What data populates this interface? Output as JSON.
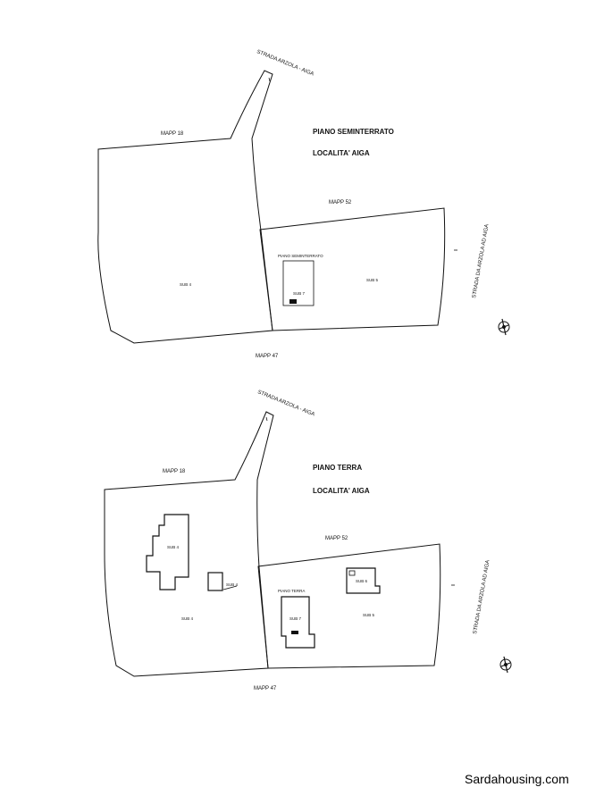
{
  "watermark": "Sardahousing.com",
  "plans": [
    {
      "title": "PIANO SEMINTERRATO",
      "location": "LOCALITA' AIGA",
      "road_top": "STRADA ARZOLA - AIGA",
      "road_right": "STRADA DA ARZOLA AD AIGA",
      "mapp_18": "MAPP 18",
      "mapp_52": "MAPP 52",
      "mapp_47": "MAPP 47",
      "sub_4": "SUB 4",
      "sub_5": "SUB 5",
      "sub_7": "SUB 7",
      "floor_label": "PIANO SEMINTERRATO"
    },
    {
      "title": "PIANO TERRA",
      "location": "LOCALITA' AIGA",
      "road_top": "STRADA ARZOLA - AIGA",
      "road_right": "STRADA DA ARZOLA AD AIGA",
      "mapp_18": "MAPP 18",
      "mapp_52": "MAPP 52",
      "mapp_47": "MAPP 47",
      "sub_4_building": "SUB 4",
      "sub_4_shed": "SUB 4",
      "sub_4_land": "SUB 4",
      "sub_5": "SUB 5",
      "sub_6": "SUB 6",
      "sub_7": "SUB 7",
      "floor_label": "PIANO TERRA"
    }
  ]
}
